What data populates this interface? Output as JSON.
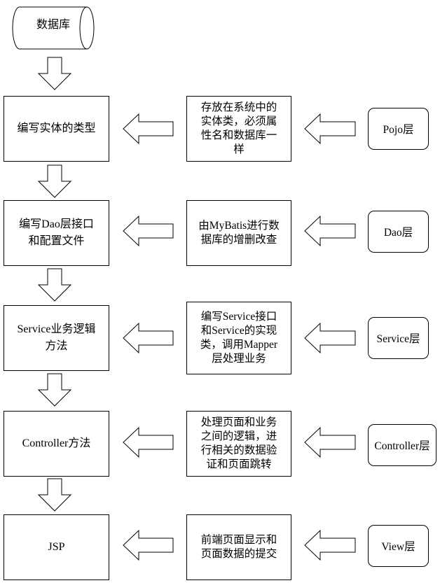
{
  "database": {
    "label": "数据库"
  },
  "steps": [
    "编写实体的类型",
    "编写Dao层接口\n和配置文件",
    "Service业务逻辑\n方法",
    "Controller方法",
    "JSP"
  ],
  "descriptions": [
    "存放在系统中的\n实体类，必须属\n性名和数据库一\n样",
    "由MyBatis进行数\n据库的增删改查",
    "编写Service接口\n和Service的实现\n类，调用Mapper\n层处理业务",
    "处理页面和业务\n之间的逻辑，进\n行相关的数据验\n证和页面跳转",
    "前端页面显示和\n页面数据的提交"
  ],
  "layers": [
    "Pojo层",
    "Dao层",
    "Service层",
    "Controller层",
    "View层"
  ],
  "colors": {
    "stroke": "#000000",
    "fill": "#ffffff"
  }
}
